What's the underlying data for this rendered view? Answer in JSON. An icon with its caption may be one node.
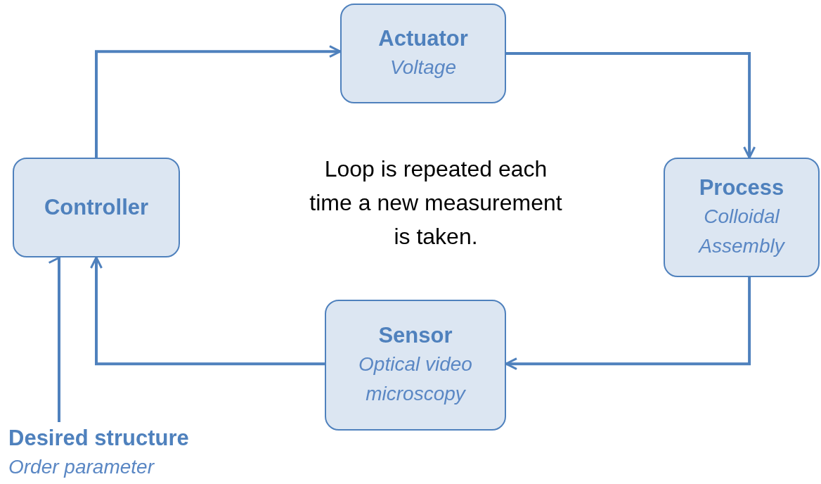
{
  "diagram": {
    "nodes": [
      {
        "text": [
          "Actuator",
          "Voltage"
        ]
      },
      {
        "text": [
          "Process",
          "Colloidal Assembly"
        ]
      },
      {
        "text": [
          "Sensor",
          "Optical video microscopy"
        ]
      },
      {
        "text": [
          "Controller"
        ]
      },
      {
        "text": [
          "Desired structure",
          "Order parameter"
        ]
      }
    ],
    "edges": [
      {
        "from": 3,
        "to": 0,
        "arrow": "to"
      },
      {
        "from": 0,
        "to": 1,
        "arrow": "to"
      },
      {
        "from": 1,
        "to": 2,
        "arrow": "to"
      },
      {
        "from": 2,
        "to": 3,
        "arrow": "to"
      },
      {
        "from": 4,
        "to": 3,
        "arrow": "to"
      }
    ],
    "labels": [
      "Loop is repeated each time a new measurement is taken."
    ]
  }
}
